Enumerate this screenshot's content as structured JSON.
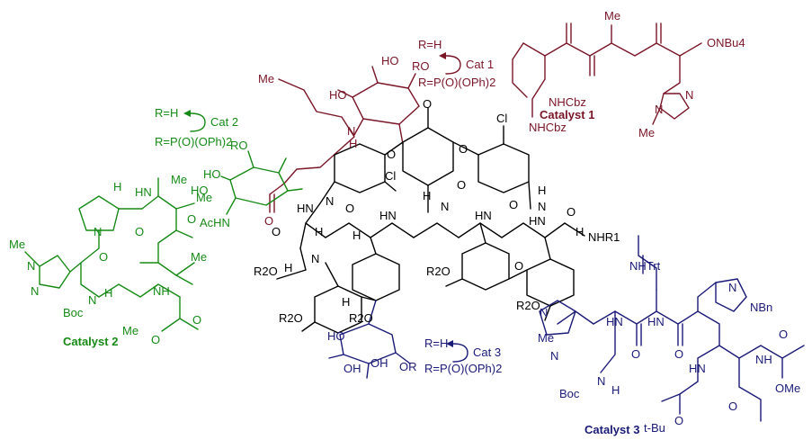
{
  "colors": {
    "core": "#000000",
    "catalyst1": "#7a1526",
    "catalyst2": "#168a16",
    "catalyst3": "#1a1a78"
  },
  "catalyst1": {
    "caption": "Catalyst 1",
    "scheme": {
      "start": "R=H",
      "arrow_label": "Cat 1",
      "product": "R=P(O)(OPh)2"
    },
    "labels": {
      "me_chain": "Me",
      "ho_sugar": "HO",
      "ro_sugar": "RO",
      "ho_sugar2": "HO",
      "nh_amide": "N",
      "h_amide": "H",
      "o_amide": "O",
      "nhcbz_1": "NHCbz",
      "nhcbz_2": "NHCbz",
      "obu4": "ONBu4",
      "me_1": "Me",
      "me_imid": "Me",
      "n_imid": "N",
      "n_imid2": "N"
    }
  },
  "catalyst2": {
    "caption": "Catalyst 2",
    "scheme": {
      "start": "R=H",
      "arrow_label": "Cat 2",
      "product": "R=P(O)(OPh)2"
    },
    "labels": {
      "ro": "RO",
      "ho_1": "HO",
      "ho_2": "HO",
      "achn": "AcHN",
      "me_imid": "Me",
      "n_imid": "N",
      "n_imid2": "N",
      "boc": "Boc",
      "nh": "N",
      "h_nh": "H",
      "me_a": "Me",
      "me_b": "Me",
      "me_c": "Me",
      "me_d": "Me",
      "hn": "HN",
      "nh2": "NH",
      "n_pro": "N",
      "h_pro": "H",
      "o_1": "O",
      "o_2": "O",
      "o_3": "O",
      "o_4": "O",
      "o_minus": "O"
    }
  },
  "catalyst3": {
    "caption": "Catalyst 3",
    "scheme": {
      "start": "R=H",
      "arrow_label": "Cat 3",
      "product": "R=P(O)(OPh)2"
    },
    "labels": {
      "nhtrt": "NHTrt",
      "me_imid": "Me",
      "n_imid": "N",
      "n_imid2": "N",
      "boc": "Boc",
      "nh_boc": "N",
      "h_boc": "H",
      "hn_1": "HN",
      "hn_2": "HN",
      "hn_3": "HN",
      "nbn": "NBn",
      "n_his": "N",
      "nh_end": "NH",
      "o_1": "O",
      "o_2": "O",
      "o_3": "O",
      "o_4": "O",
      "o_5": "O",
      "tbu": "t-Bu",
      "ome": "OMe",
      "sugar_oh": "OH",
      "sugar_oh2": "OH",
      "sugar_ho": "HO",
      "sugar_or": "OR"
    }
  },
  "core": {
    "labels": {
      "cl_1": "Cl",
      "cl_2": "Cl",
      "nhr1": "NHR1",
      "r2o_1": "R2O",
      "r2o_2": "R2O",
      "r2o_3": "R2O",
      "r2o_4": "R2O",
      "r2o_5": "R2O",
      "o_1": "O",
      "o_2": "O",
      "o_3": "O",
      "o_4": "O",
      "o_5": "O",
      "o_6": "O",
      "o_7": "O",
      "o_8": "O",
      "o_9": "O",
      "hn_1": "HN",
      "hn_2": "HN",
      "hn_3": "HN",
      "hn_4": "HN",
      "nh_1": "N",
      "nh_2": "N",
      "nh_3": "N",
      "nh_4": "N",
      "h_1": "H",
      "h_2": "H",
      "h_3": "H",
      "h_4": "H",
      "h_5": "H",
      "h_6": "H",
      "h_7": "H"
    }
  }
}
